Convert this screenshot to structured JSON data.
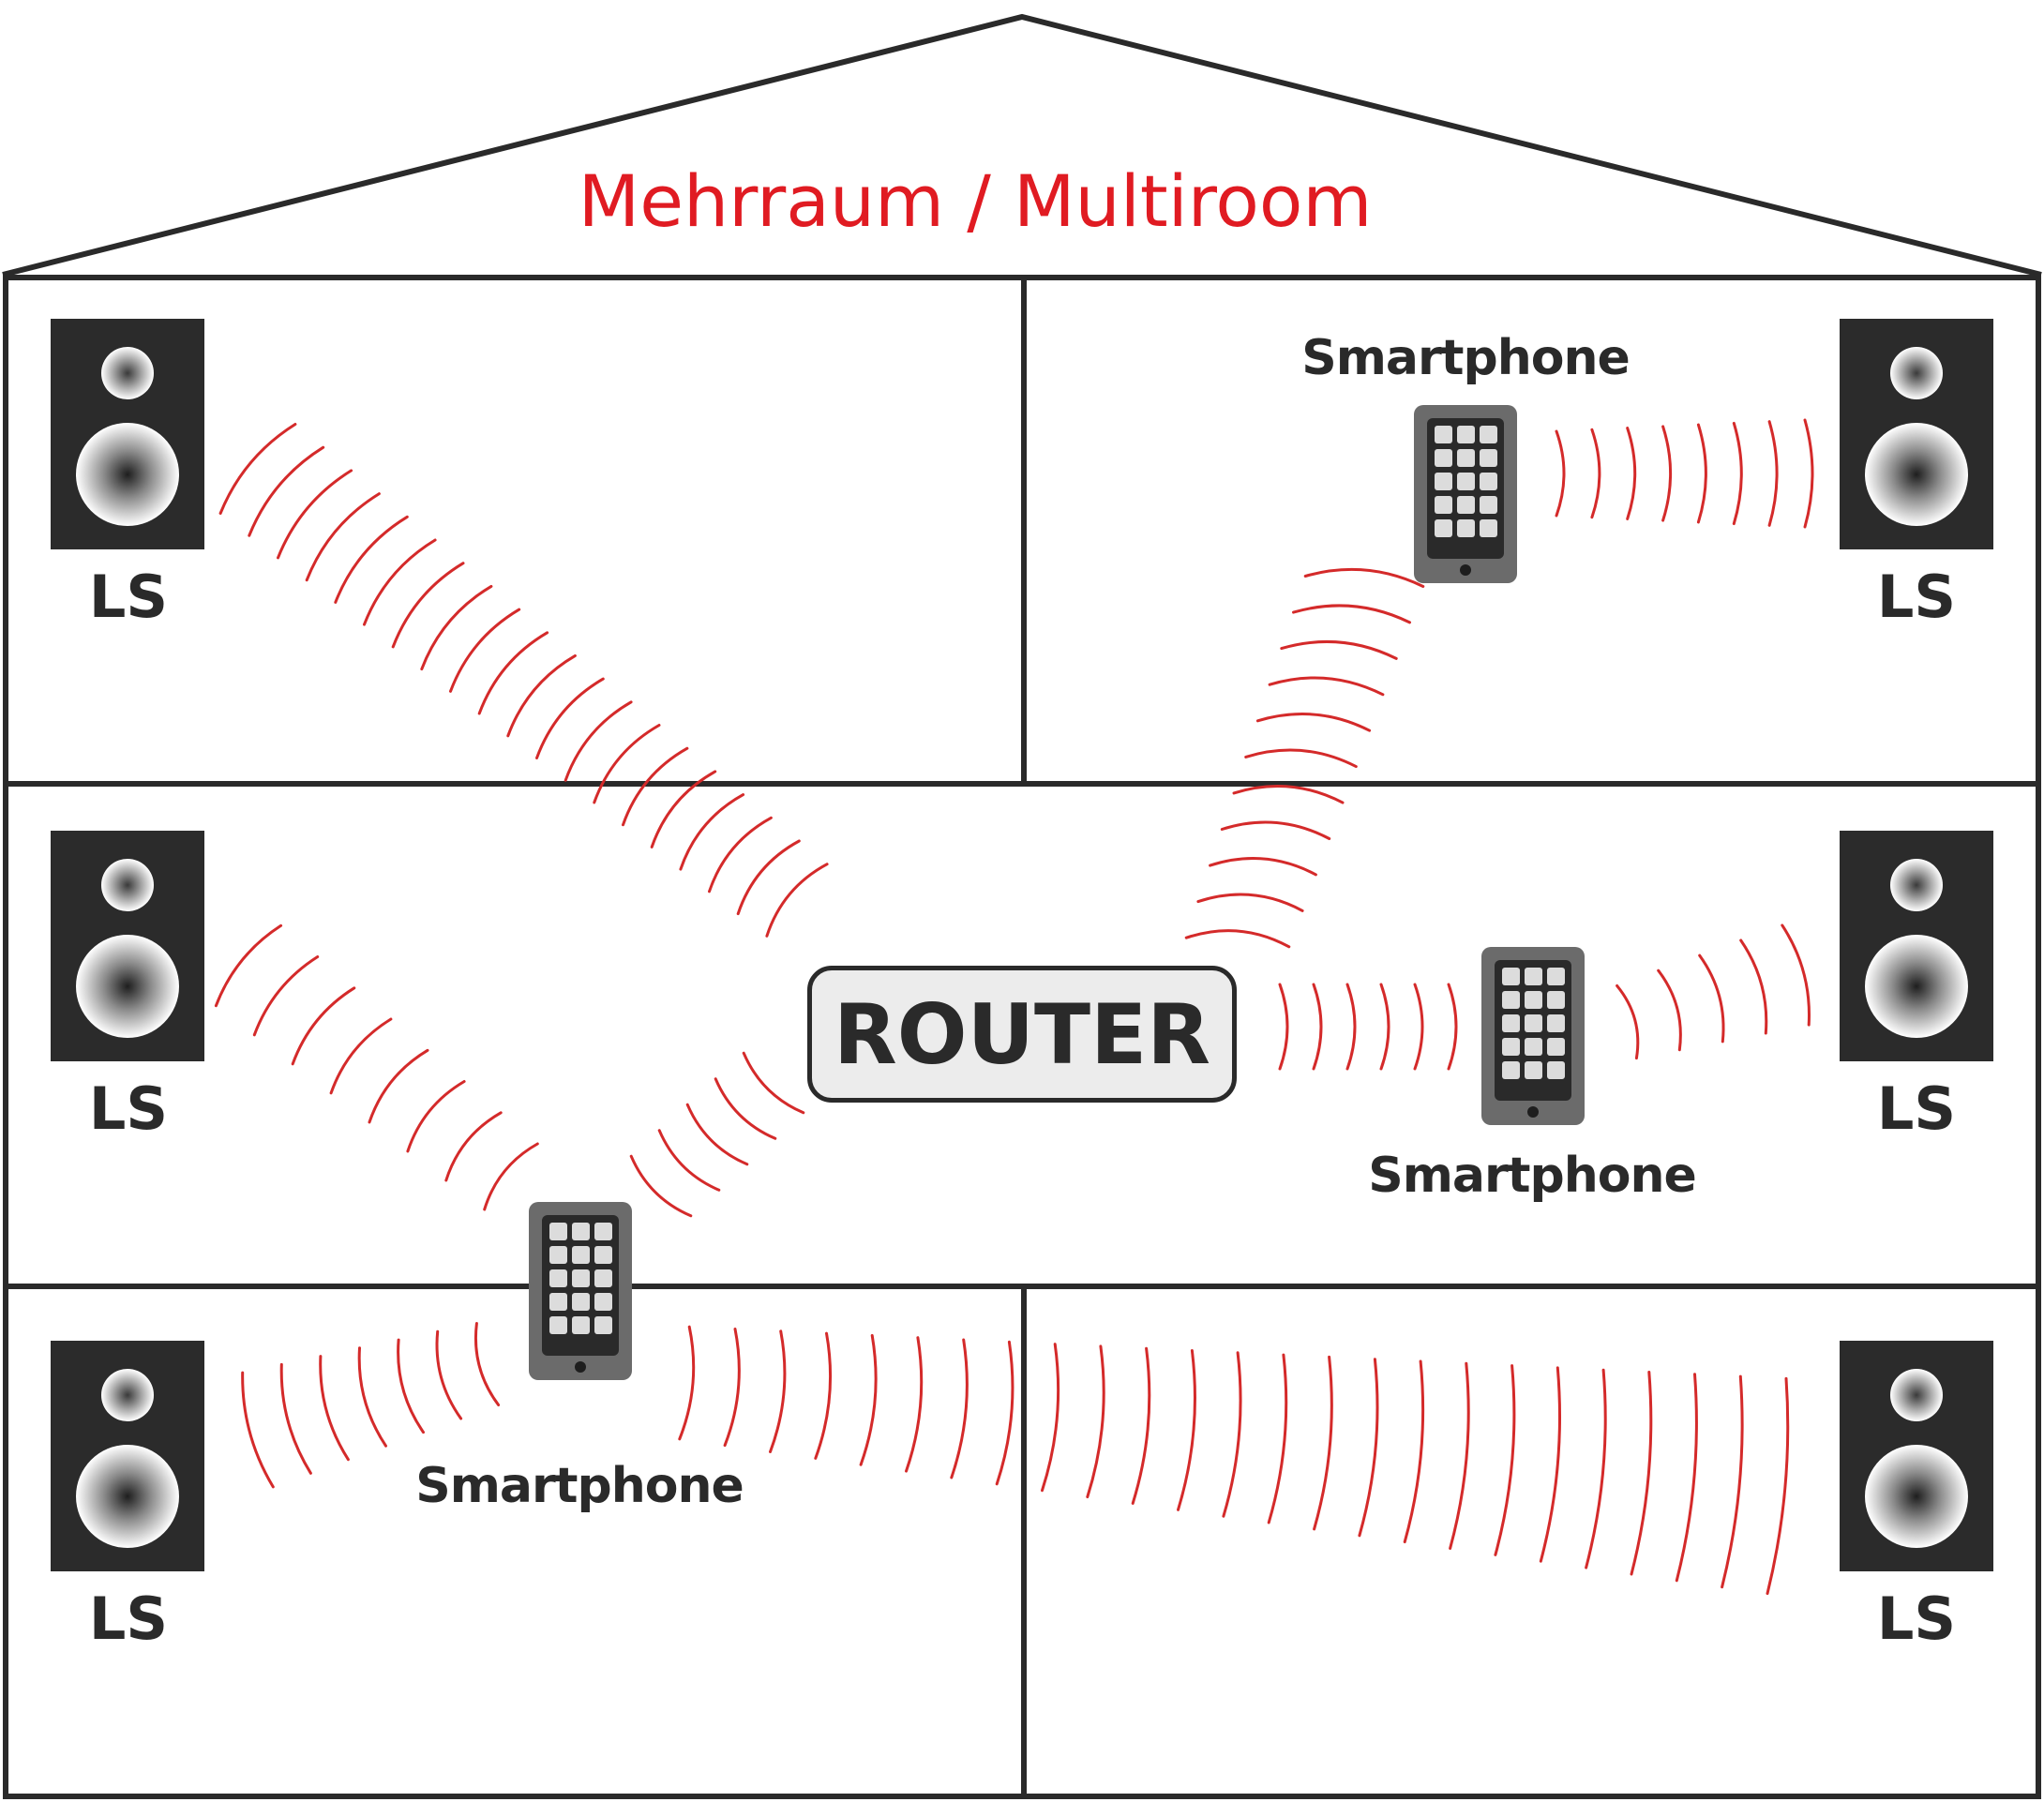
{
  "title": "Mehrraum / Multiroom",
  "router_label": "ROUTER",
  "speaker_label": "LS",
  "smartphone_label": "Smartphone",
  "colors": {
    "outline": "#2a2a2a",
    "title": "#e01b22",
    "waves": "#d42a2a",
    "speaker_body": "#2b2b2b",
    "phone_body": "#6b6b6b"
  },
  "devices": {
    "speakers": [
      "speaker-top-left",
      "speaker-top-right",
      "speaker-middle-left",
      "speaker-middle-right",
      "speaker-bottom-left",
      "speaker-bottom-right"
    ],
    "smartphones": [
      "smartphone-top-right",
      "smartphone-middle-right",
      "smartphone-bottom-left"
    ],
    "router": "router"
  }
}
